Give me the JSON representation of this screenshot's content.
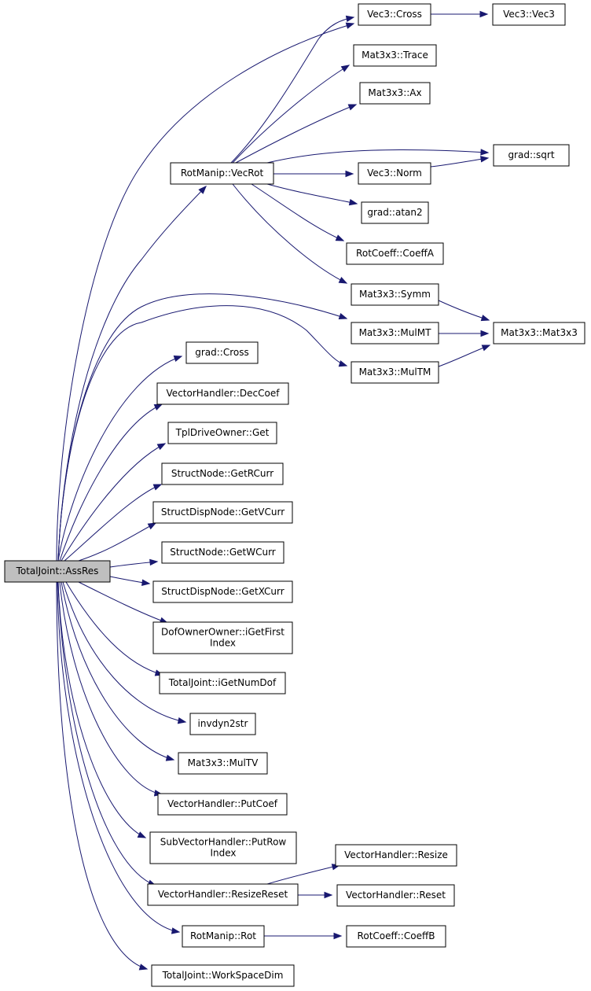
{
  "diagram": {
    "type": "call-graph",
    "edge_color": "#191970",
    "root_fill": "#bfbfbf",
    "nodes": [
      {
        "id": "root",
        "lines": [
          "TotalJoint::AssRes"
        ],
        "root": true
      },
      {
        "id": "vecrot",
        "lines": [
          "RotManip::VecRot"
        ]
      },
      {
        "id": "cross",
        "lines": [
          "Vec3::Cross"
        ]
      },
      {
        "id": "vec3",
        "lines": [
          "Vec3::Vec3"
        ]
      },
      {
        "id": "trace",
        "lines": [
          "Mat3x3::Trace"
        ]
      },
      {
        "id": "ax",
        "lines": [
          "Mat3x3::Ax"
        ]
      },
      {
        "id": "sqrt",
        "lines": [
          "grad::sqrt"
        ]
      },
      {
        "id": "norm",
        "lines": [
          "Vec3::Norm"
        ]
      },
      {
        "id": "atan2",
        "lines": [
          "grad::atan2"
        ]
      },
      {
        "id": "coeffa",
        "lines": [
          "RotCoeff::CoeffA"
        ]
      },
      {
        "id": "symm",
        "lines": [
          "Mat3x3::Symm"
        ]
      },
      {
        "id": "mulmt",
        "lines": [
          "Mat3x3::MulMT"
        ]
      },
      {
        "id": "mat3x3",
        "lines": [
          "Mat3x3::Mat3x3"
        ]
      },
      {
        "id": "multm",
        "lines": [
          "Mat3x3::MulTM"
        ]
      },
      {
        "id": "gradcross",
        "lines": [
          "grad::Cross"
        ]
      },
      {
        "id": "deccoef",
        "lines": [
          "VectorHandler::DecCoef"
        ]
      },
      {
        "id": "get",
        "lines": [
          "TplDriveOwner::Get"
        ]
      },
      {
        "id": "getrcurr",
        "lines": [
          "StructNode::GetRCurr"
        ]
      },
      {
        "id": "getvcurr",
        "lines": [
          "StructDispNode::GetVCurr"
        ]
      },
      {
        "id": "getwcurr",
        "lines": [
          "StructNode::GetWCurr"
        ]
      },
      {
        "id": "getxcurr",
        "lines": [
          "StructDispNode::GetXCurr"
        ]
      },
      {
        "id": "igetfirst",
        "lines": [
          "DofOwnerOwner::iGetFirst",
          "Index"
        ]
      },
      {
        "id": "igetnumdof",
        "lines": [
          "TotalJoint::iGetNumDof"
        ]
      },
      {
        "id": "invdyn",
        "lines": [
          "invdyn2str"
        ]
      },
      {
        "id": "multv",
        "lines": [
          "Mat3x3::MulTV"
        ]
      },
      {
        "id": "putcoef",
        "lines": [
          "VectorHandler::PutCoef"
        ]
      },
      {
        "id": "putrow",
        "lines": [
          "SubVectorHandler::PutRow",
          "Index"
        ]
      },
      {
        "id": "resizereset",
        "lines": [
          "VectorHandler::ResizeReset"
        ]
      },
      {
        "id": "resize",
        "lines": [
          "VectorHandler::Resize"
        ]
      },
      {
        "id": "reset",
        "lines": [
          "VectorHandler::Reset"
        ]
      },
      {
        "id": "rot",
        "lines": [
          "RotManip::Rot"
        ]
      },
      {
        "id": "coeffb",
        "lines": [
          "RotCoeff::CoeffB"
        ]
      },
      {
        "id": "workspace",
        "lines": [
          "TotalJoint::WorkSpaceDim"
        ]
      }
    ],
    "edges": [
      {
        "from": "root",
        "to": "cross"
      },
      {
        "from": "root",
        "to": "vecrot"
      },
      {
        "from": "root",
        "to": "mulmt"
      },
      {
        "from": "root",
        "to": "multm"
      },
      {
        "from": "root",
        "to": "gradcross"
      },
      {
        "from": "root",
        "to": "deccoef"
      },
      {
        "from": "root",
        "to": "get"
      },
      {
        "from": "root",
        "to": "getrcurr"
      },
      {
        "from": "root",
        "to": "getvcurr"
      },
      {
        "from": "root",
        "to": "getwcurr"
      },
      {
        "from": "root",
        "to": "getxcurr"
      },
      {
        "from": "root",
        "to": "igetfirst"
      },
      {
        "from": "root",
        "to": "igetnumdof"
      },
      {
        "from": "root",
        "to": "invdyn"
      },
      {
        "from": "root",
        "to": "multv"
      },
      {
        "from": "root",
        "to": "putcoef"
      },
      {
        "from": "root",
        "to": "putrow"
      },
      {
        "from": "root",
        "to": "resizereset"
      },
      {
        "from": "root",
        "to": "rot"
      },
      {
        "from": "root",
        "to": "workspace"
      },
      {
        "from": "vecrot",
        "to": "cross"
      },
      {
        "from": "vecrot",
        "to": "trace"
      },
      {
        "from": "vecrot",
        "to": "ax"
      },
      {
        "from": "vecrot",
        "to": "sqrt"
      },
      {
        "from": "vecrot",
        "to": "norm"
      },
      {
        "from": "vecrot",
        "to": "atan2"
      },
      {
        "from": "vecrot",
        "to": "coeffa"
      },
      {
        "from": "vecrot",
        "to": "symm"
      },
      {
        "from": "cross",
        "to": "vec3"
      },
      {
        "from": "norm",
        "to": "sqrt"
      },
      {
        "from": "symm",
        "to": "mat3x3"
      },
      {
        "from": "mulmt",
        "to": "mat3x3"
      },
      {
        "from": "multm",
        "to": "mat3x3"
      },
      {
        "from": "resizereset",
        "to": "resize"
      },
      {
        "from": "resizereset",
        "to": "reset"
      },
      {
        "from": "rot",
        "to": "coeffb"
      }
    ]
  }
}
